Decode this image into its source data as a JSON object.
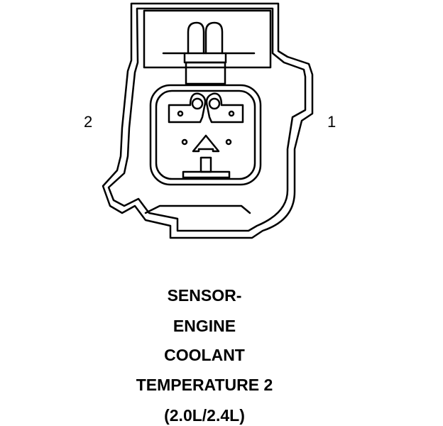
{
  "pin_labels": {
    "left": "2",
    "right": "1"
  },
  "caption": {
    "line1": "SENSOR-",
    "line2": "ENGINE",
    "line3": "COOLANT",
    "line4": "TEMPERATURE 2",
    "line5": "(2.0L/2.4L)"
  }
}
